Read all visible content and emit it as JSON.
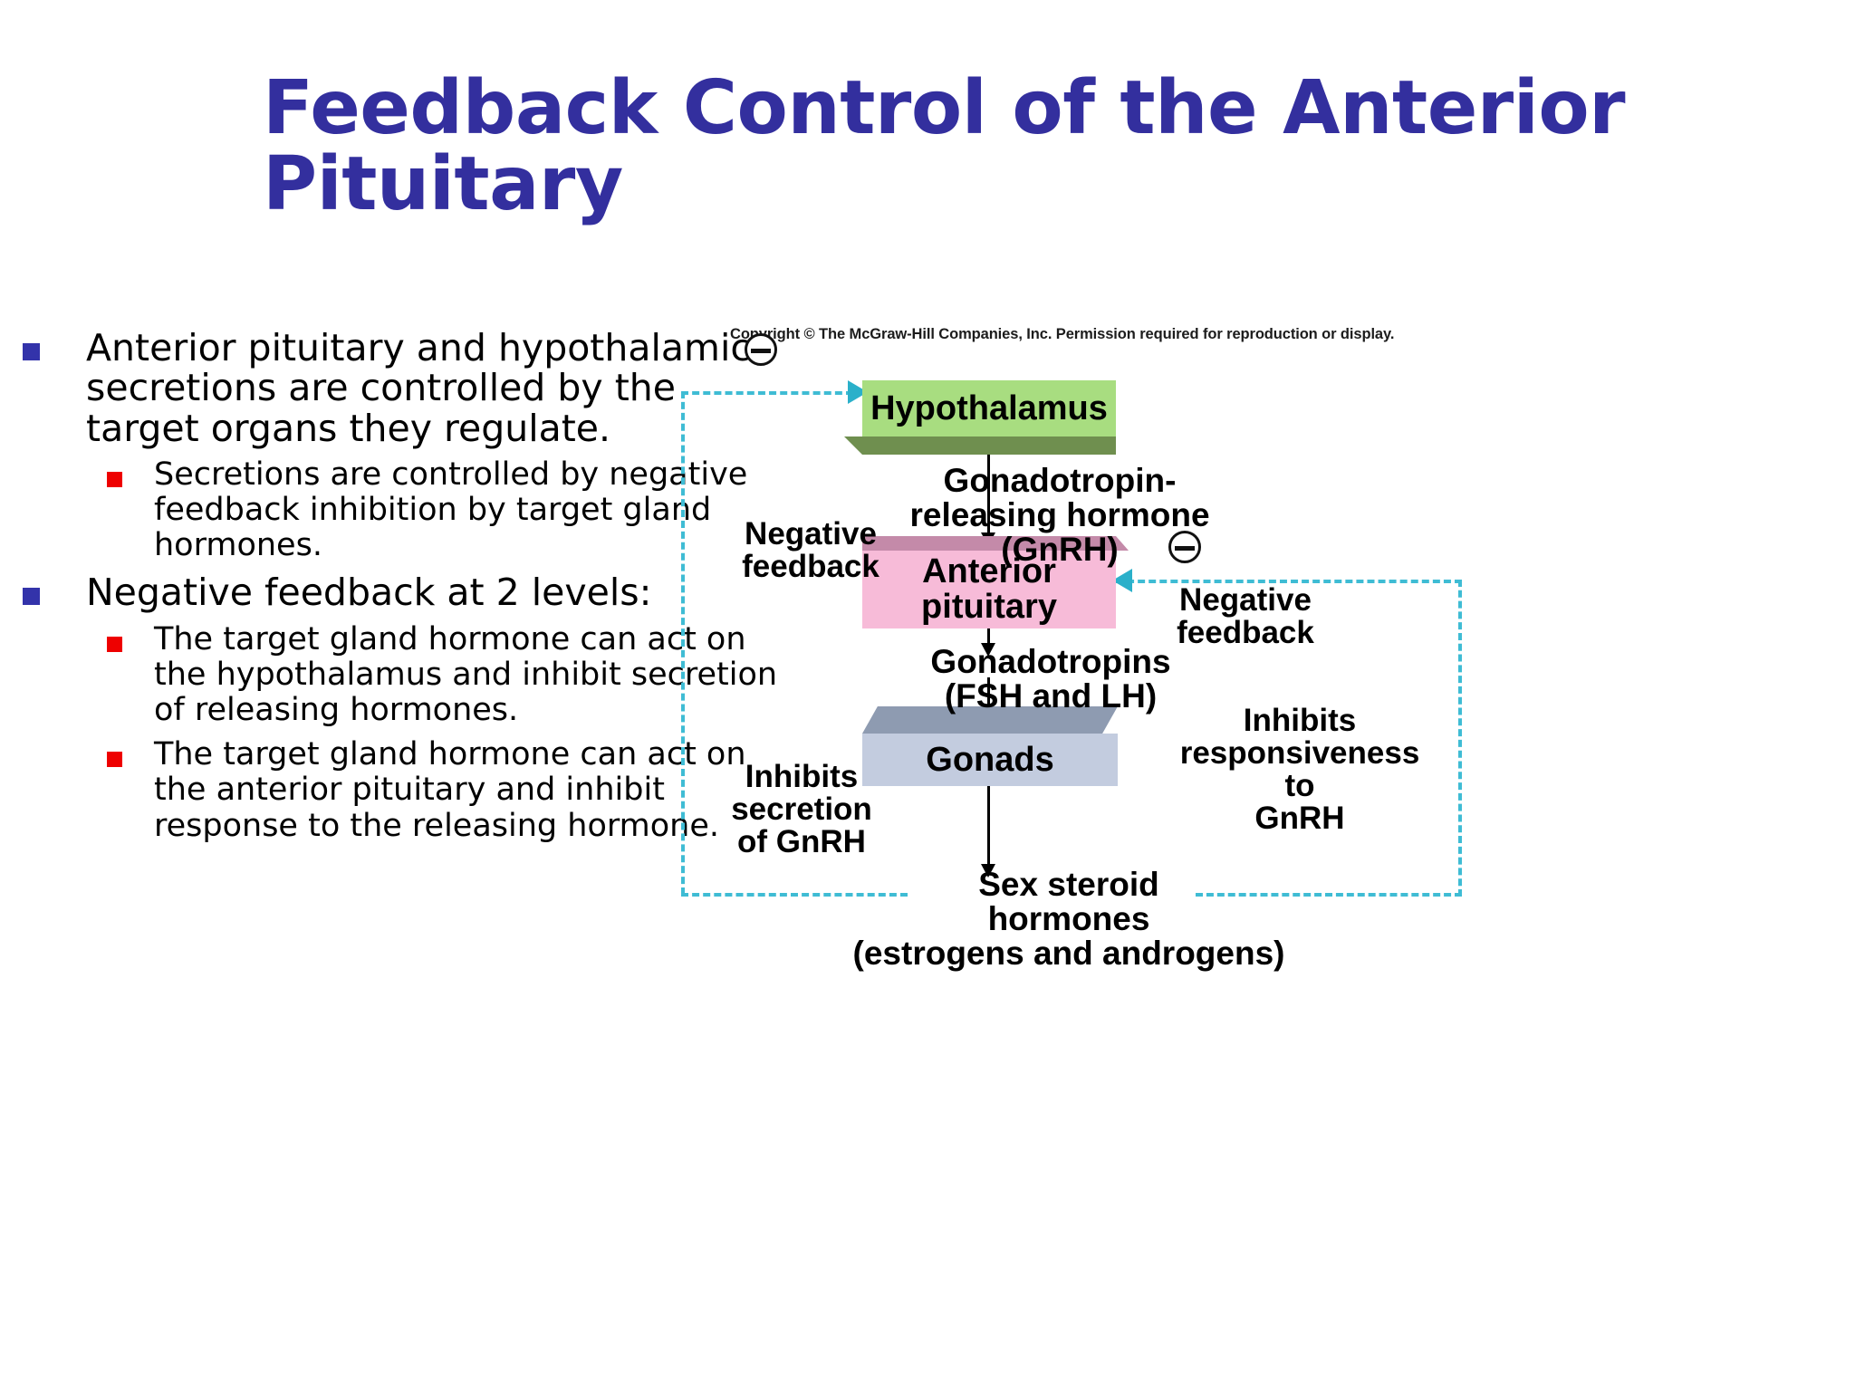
{
  "slide": {
    "title": "Feedback Control of the Anterior Pituitary",
    "title_color": "#332f9e",
    "background": "#ffffff"
  },
  "bullets": [
    {
      "level": 1,
      "marker": "square-bullet-blue",
      "marker_color": "#3333aa",
      "text": "Anterior pituitary and hypothalamic secretions are controlled by the target organs they regulate."
    },
    {
      "level": 2,
      "marker": "square-bullet-red",
      "marker_color": "#ee0000",
      "text": "Secretions are controlled by negative feedback inhibition by target gland hormones."
    },
    {
      "level": 1,
      "marker": "square-bullet-blue",
      "marker_color": "#3333aa",
      "text": "Negative feedback at 2 levels:"
    },
    {
      "level": 2,
      "marker": "square-bullet-red",
      "marker_color": "#ee0000",
      "text": "The target gland hormone can act on the hypothalamus and inhibit secretion of releasing hormones."
    },
    {
      "level": 2,
      "marker": "square-bullet-red",
      "marker_color": "#ee0000",
      "text": "The target gland hormone can act on the anterior pituitary and inhibit response to the releasing hormone."
    }
  ],
  "diagram": {
    "copyright": "Copyright © The McGraw-Hill Companies, Inc. Permission required for reproduction or display.",
    "boxes": {
      "hypothalamus": {
        "label": "Hypothalamus",
        "fill": "#a8dd80",
        "shade": "#6f8f4f"
      },
      "pituitary": {
        "label": "Anterior\npituitary",
        "fill": "#f7bbd8",
        "shade": "#c48aa9"
      },
      "gonads": {
        "label": "Gonads",
        "fill": "#c3ccdf",
        "shade": "#8e9bb1"
      }
    },
    "labels": {
      "gnrh": "Gonadotropin-\nreleasing hormone\n(GnRH)",
      "gonadotropins": "Gonadotropins\n(FSH and LH)",
      "sex_steroid": "Sex steroid\nhormones\n(estrogens and androgens)",
      "negative_feedback_left": "Negative\nfeedback",
      "inhibits_secretion": "Inhibits\nsecretion\nof GnRH",
      "negative_feedback_right": "Negative\nfeedback",
      "inhibits_responsiveness": "Inhibits\nresponsiveness\nto\nGnRH"
    },
    "symbols": {
      "minus_top": "minus-circle",
      "minus_right": "minus-circle"
    },
    "colors": {
      "feedback_line": "#3fbcd4",
      "arrow": "#000000"
    }
  }
}
